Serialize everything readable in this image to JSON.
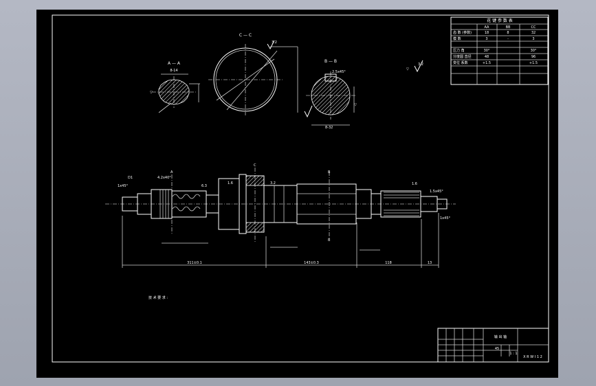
{
  "views": {
    "section_cc": "C — C",
    "section_aa": "A — A",
    "section_bb": "B — B",
    "aa_dim_top": "8-14",
    "bb_chamfer": "2.5x45°",
    "cc_surface": "3.2",
    "global_surface": "3.2"
  },
  "param_table": {
    "title": "花 键 参 数 表",
    "headers": [
      "",
      "AA",
      "BB",
      "CC"
    ],
    "rows": [
      [
        "齿 数 (参数)",
        "18",
        "8",
        "32"
      ],
      [
        "模 数",
        "3",
        "-",
        "3"
      ],
      [
        "压力 角",
        "30°",
        "",
        "30°"
      ],
      [
        "分度圆 直径",
        "48",
        "",
        "96"
      ],
      [
        "变位 系数",
        "+1.5",
        "",
        "+1.5"
      ],
      [
        "",
        "",
        "",
        ""
      ]
    ]
  },
  "shaft_dims": {
    "left_chamfer": "1x45°",
    "d1": "D1",
    "chamfer_4": "4.2x40°",
    "label_a": "A",
    "label_c": "C",
    "label_b": "B",
    "right_chamfer": "1.5x45°",
    "right_chamfer2": "1x45°",
    "dim_1": "311±0.1",
    "dim_2": "143±0.3",
    "dim_3": "118",
    "dim_4": "13",
    "rough_1": "6.3",
    "rough_2": "1.6",
    "rough_3": "3.2",
    "rough_4": "1.6"
  },
  "notes": {
    "tech_req": "技 术 要 求 :"
  },
  "title_block": {
    "part_name": "输 出 轴",
    "drawing_no": "X R W I 1 2",
    "scale": "1 : 1",
    "material": "45"
  },
  "colors": {
    "sheet": "#000000",
    "lines": "#ffffff",
    "viewport_bg": "#a6aab6"
  }
}
